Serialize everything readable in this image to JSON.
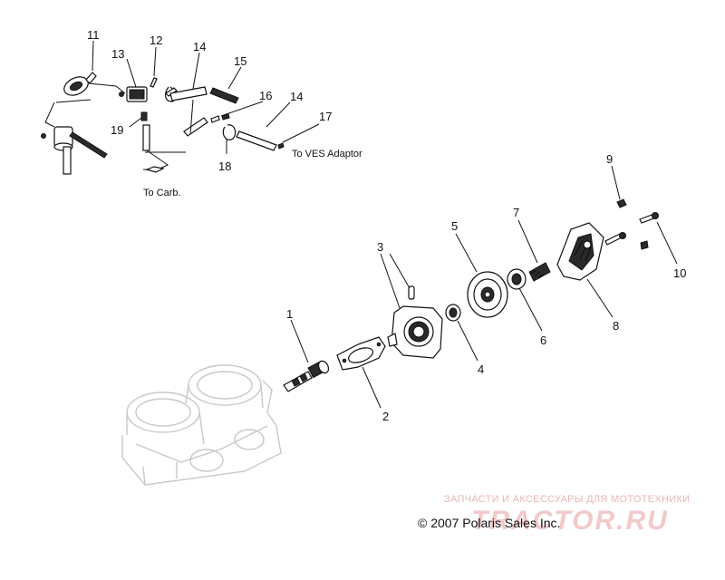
{
  "diagram": {
    "callouts": {
      "c1": "1",
      "c2": "2",
      "c3": "3",
      "c4": "4",
      "c5": "5",
      "c6": "6",
      "c7": "7",
      "c8": "8",
      "c9": "9",
      "c10": "10",
      "c11": "11",
      "c12": "12",
      "c13": "13",
      "c14a": "14",
      "c14b": "14",
      "c15": "15",
      "c16": "16",
      "c17": "17",
      "c18": "18",
      "c19": "19"
    },
    "notes": {
      "to_carb": "To Carb.",
      "to_ves": "To VES Adaptor"
    }
  },
  "footer": {
    "copyright": "© 2007 Polaris Sales Inc.",
    "watermark_top": "ЗАПЧАСТИ И АКСЕССУАРЫ ДЛЯ МОТОТЕХНИКИ",
    "watermark_logo": "TRACTOR.RU"
  },
  "colors": {
    "ink": "#111111",
    "ghost": "#c8c8c8",
    "watermark": "#f2c9c9"
  }
}
